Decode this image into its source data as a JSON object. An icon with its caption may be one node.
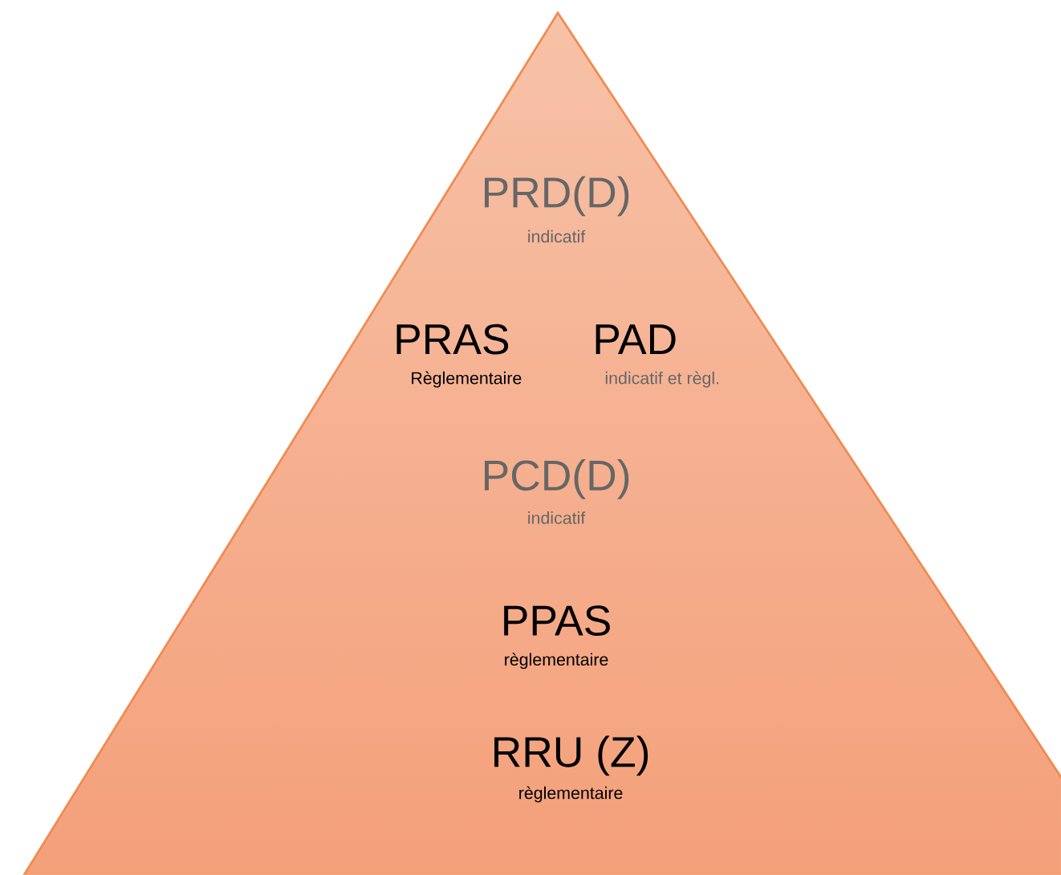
{
  "diagram": {
    "nodes": [
      {
        "text": [
          "PRD(D)",
          "indicatif",
          "PRAS",
          "Règlementaire",
          "PAD",
          "indicatif et règl.",
          "PCD(D)",
          "indicatif",
          "PPAS",
          "règlementaire",
          "RRU (Z)",
          "règlementaire"
        ]
      }
    ]
  }
}
